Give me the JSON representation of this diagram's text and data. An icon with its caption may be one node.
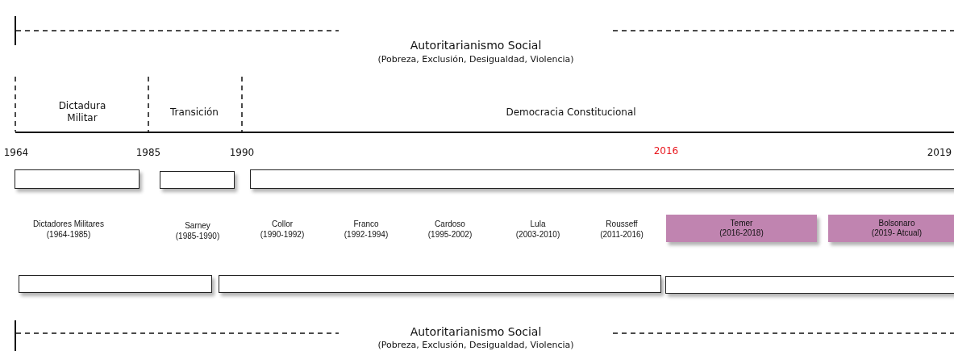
{
  "diagram": {
    "nodes": [
      {
        "text": [],
        "shape": "bar"
      },
      {
        "text": [],
        "shape": "bar"
      },
      {
        "text": [],
        "shape": "bar"
      },
      {
        "text": [
          "Temer (2016-2018)"
        ]
      },
      {
        "text": [
          "Bolsonaro (2019- Atcual)"
        ]
      },
      {
        "text": [],
        "shape": "bar"
      },
      {
        "text": [],
        "shape": "bar"
      },
      {
        "text": [],
        "shape": "bar"
      }
    ],
    "edges": [],
    "labels": [
      "Autoritarianismo Social",
      "(Pobreza, Exclusión, Desigualdad, Violencia)",
      "Dictadura Militar",
      "Transición",
      "Democracia Constitucional",
      "1964",
      "1985",
      "1990",
      "2016",
      "2019",
      "Dictadores Militares (1964-1985)",
      "Sarney (1985-1990)",
      "Collor (1990-1992)",
      "Franco (1992-1994)",
      "Cardoso (1995-2002)",
      "Lula (2003-2010)",
      "Rousseff (2011-2016)",
      "Autoritarianismo Social",
      "(Pobreza, Exclusión, Desigualdad, Violencia)"
    ]
  }
}
